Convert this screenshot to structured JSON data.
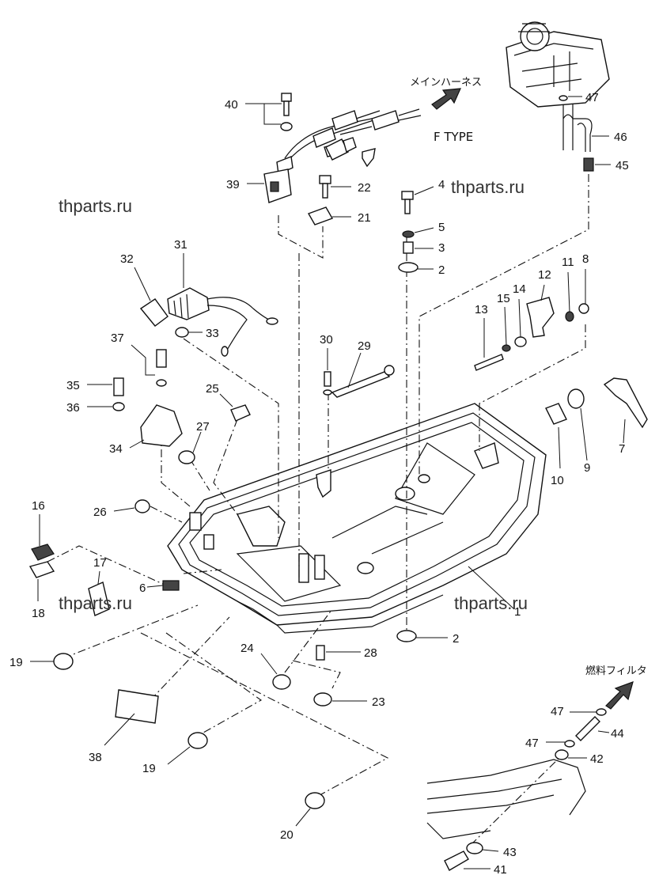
{
  "watermarks": [
    "thparts.ru",
    "thparts.ru",
    "thparts.ru",
    "thparts.ru"
  ],
  "labels": {
    "main_harness": "メインハーネス",
    "f_type": "F TYPE",
    "fuel_filter": "燃料フィルタ"
  },
  "callouts": [
    "40",
    "39",
    "22",
    "21",
    "4",
    "5",
    "3",
    "2",
    "47",
    "46",
    "45",
    "32",
    "31",
    "33",
    "13",
    "15",
    "14",
    "12",
    "11",
    "8",
    "37",
    "35",
    "36",
    "34",
    "25",
    "27",
    "30",
    "29",
    "16",
    "18",
    "17",
    "26",
    "6",
    "10",
    "9",
    "7",
    "1",
    "2",
    "19",
    "38",
    "19",
    "20",
    "24",
    "28",
    "23",
    "47",
    "47",
    "44",
    "42",
    "43",
    "41"
  ]
}
